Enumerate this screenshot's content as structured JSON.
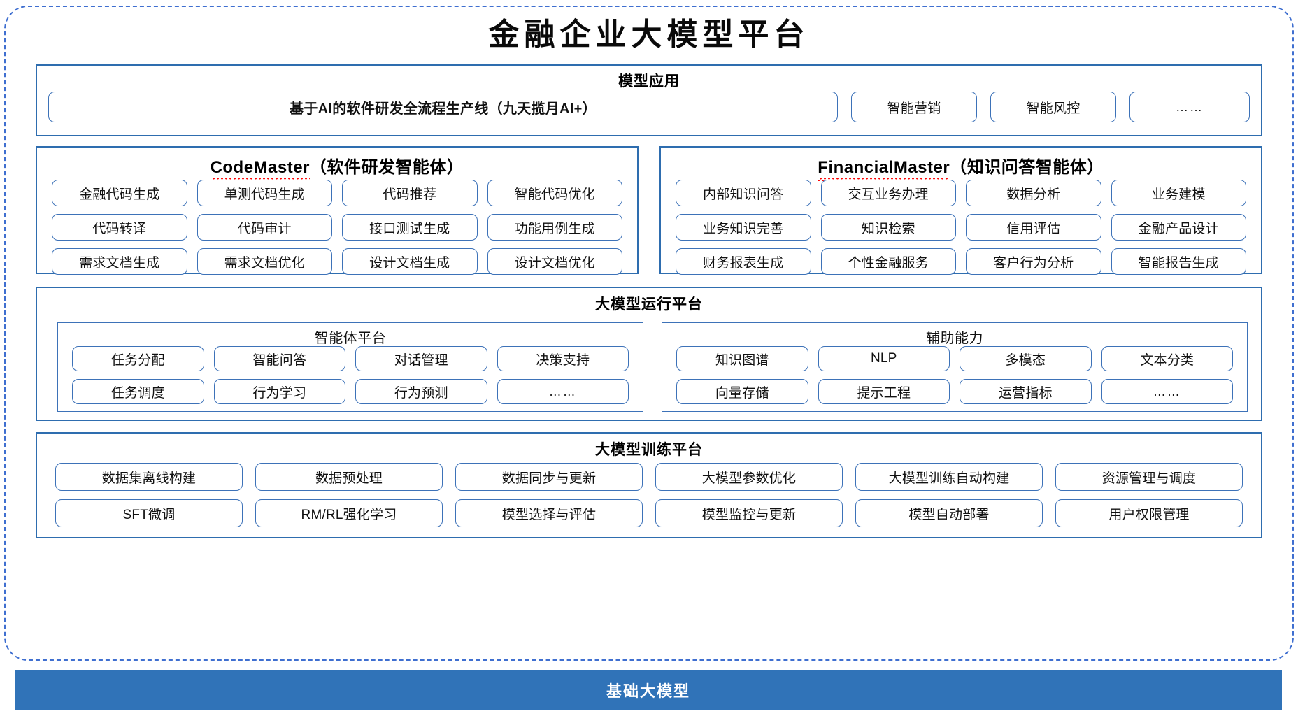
{
  "title": "金融企业大模型平台",
  "base_band": {
    "label": "基础大模型",
    "color": "#3073b8"
  },
  "colors": {
    "frame_dashed": "#3f6fd0",
    "panel_border": "#2e6daf",
    "pill_border": "#3d72b8",
    "band": "#3073b8",
    "spellcheck": "#ff0000"
  },
  "sections": {
    "model_application": {
      "title": "模型应用",
      "items": [
        "基于AI的软件研发全流程生产线（九天揽月AI+）",
        "智能营销",
        "智能风控",
        "……"
      ]
    },
    "code_master": {
      "name": "CodeMaster",
      "suffix": "（软件研发智能体）",
      "spellcheck_underline": true,
      "items": [
        "金融代码生成",
        "单测代码生成",
        "代码推荐",
        "智能代码优化",
        "代码转译",
        "代码审计",
        "接口测试生成",
        "功能用例生成",
        "需求文档生成",
        "需求文档优化",
        "设计文档生成",
        "设计文档优化"
      ]
    },
    "financial_master": {
      "name": "FinancialMaster",
      "suffix": "（知识问答智能体）",
      "spellcheck_underline": true,
      "items": [
        "内部知识问答",
        "交互业务办理",
        "数据分析",
        "业务建模",
        "业务知识完善",
        "知识检索",
        "信用评估",
        "金融产品设计",
        "财务报表生成",
        "个性金融服务",
        "客户行为分析",
        "智能报告生成"
      ]
    },
    "runtime_platform": {
      "title": "大模型运行平台",
      "agent_platform": {
        "title": "智能体平台",
        "items": [
          "任务分配",
          "智能问答",
          "对话管理",
          "决策支持",
          "任务调度",
          "行为学习",
          "行为预测",
          "……"
        ]
      },
      "auxiliary": {
        "title": "辅助能力",
        "items": [
          "知识图谱",
          "NLP",
          "多模态",
          "文本分类",
          "向量存储",
          "提示工程",
          "运营指标",
          "……"
        ]
      }
    },
    "training_platform": {
      "title": "大模型训练平台",
      "items": [
        "数据集离线构建",
        "数据预处理",
        "数据同步与更新",
        "大模型参数优化",
        "大模型训练自动构建",
        "资源管理与调度",
        "SFT微调",
        "RM/RL强化学习",
        "模型选择与评估",
        "模型监控与更新",
        "模型自动部署",
        "用户权限管理"
      ]
    }
  }
}
